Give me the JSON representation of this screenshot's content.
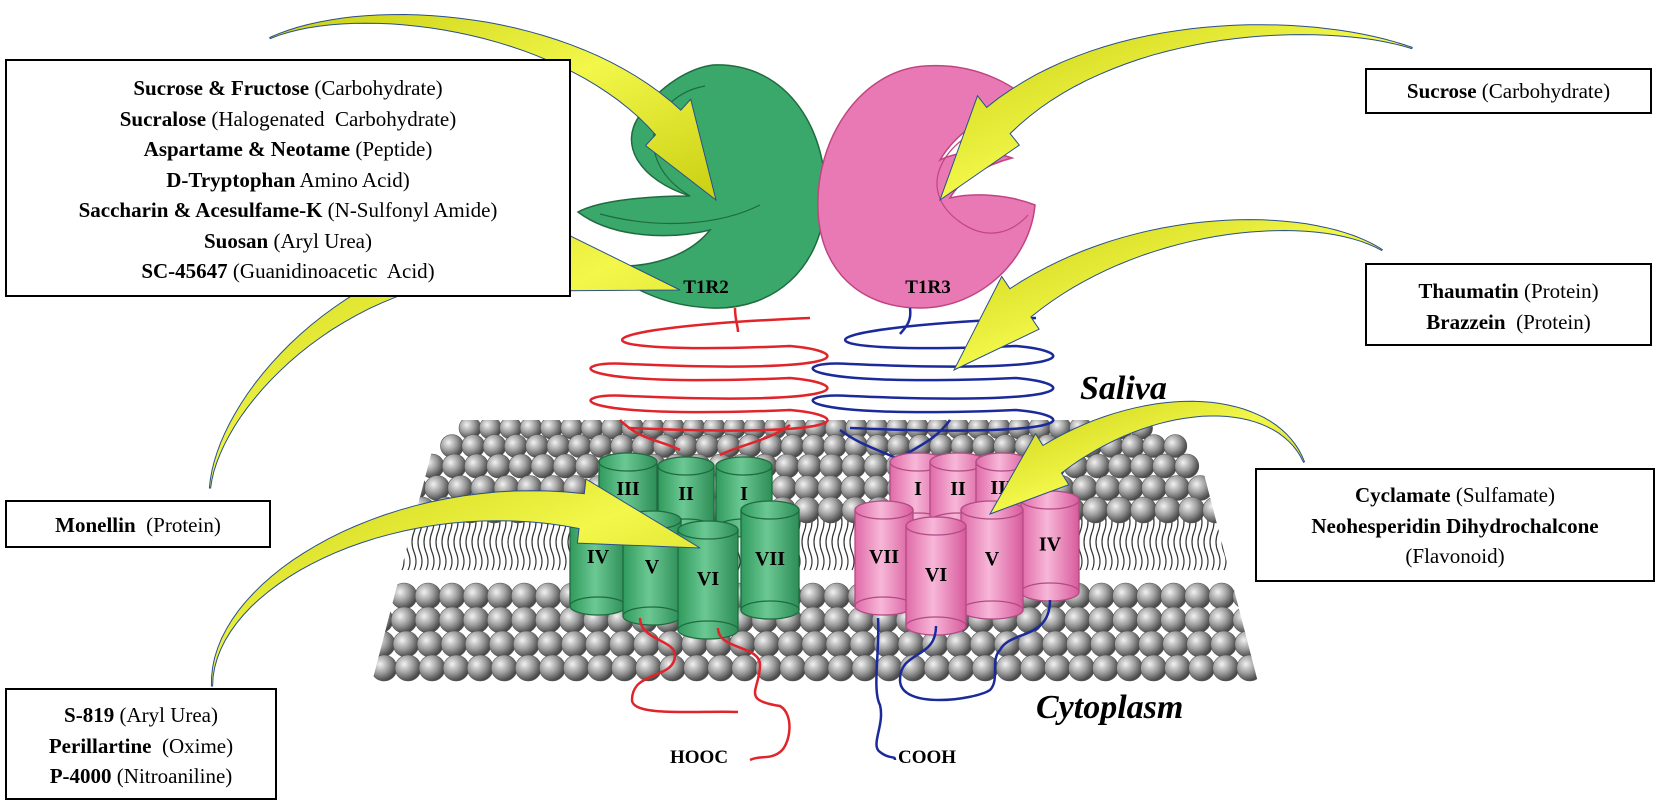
{
  "receptors": {
    "left_label": "T1R2",
    "right_label": "T1R3"
  },
  "regions": {
    "saliva": "Saliva",
    "cytoplasm": "Cytoplasm"
  },
  "termini": {
    "left": "HOOC",
    "right": "COOH"
  },
  "helices": {
    "left": [
      "III",
      "II",
      "I",
      "IV",
      "V",
      "VI",
      "VII"
    ],
    "right": [
      "I",
      "II",
      "III",
      "VII",
      "VI",
      "V",
      "IV"
    ]
  },
  "boxes": {
    "top_left": [
      {
        "bold": "Sucrose & Fructose",
        "rest": " (Carbohydrate)"
      },
      {
        "bold": "Sucralose",
        "rest": " (Halogenated  Carbohydrate)"
      },
      {
        "bold": "Aspartame & Neotame",
        "rest": " (Peptide)"
      },
      {
        "bold": "D-Tryptophan",
        "rest": " Amino Acid)"
      },
      {
        "bold": "Saccharin & Acesulfame-K",
        "rest": " (N-Sulfonyl Amide)"
      },
      {
        "bold": "Suosan",
        "rest": " (Aryl Urea)"
      },
      {
        "bold": "SC-45647",
        "rest": " (Guanidinoacetic  Acid)"
      }
    ],
    "monellin": [
      {
        "bold": "Monellin",
        "rest": "  (Protein)"
      }
    ],
    "bottom_left": [
      {
        "bold": "S-819",
        "rest": " (Aryl Urea)"
      },
      {
        "bold": "Perillartine",
        "rest": "  (Oxime)"
      },
      {
        "bold": "P-4000",
        "rest": " (Nitroaniline)"
      }
    ],
    "sucrose_right": [
      {
        "bold": "Sucrose",
        "rest": " (Carbohydrate)"
      }
    ],
    "thaumatin": [
      {
        "bold": "Thaumatin",
        "rest": " (Protein)"
      },
      {
        "bold": "Brazzein",
        "rest": "  (Protein)"
      }
    ],
    "cyclamate": [
      {
        "bold": "Cyclamate",
        "rest": " (Sulfamate)"
      },
      {
        "bold": "Neohesperidin Dihydrochalcone",
        "rest": ""
      },
      {
        "bold": "",
        "rest": "(Flavonoid)"
      }
    ]
  },
  "colors": {
    "t1r2": "#3aa86a",
    "t1r3": "#e879b4",
    "t1r2_loop": "#e0242a",
    "t1r3_loop": "#1a2a9a",
    "arrow": "#e3ec1a",
    "membrane": "#8a8a8a"
  }
}
